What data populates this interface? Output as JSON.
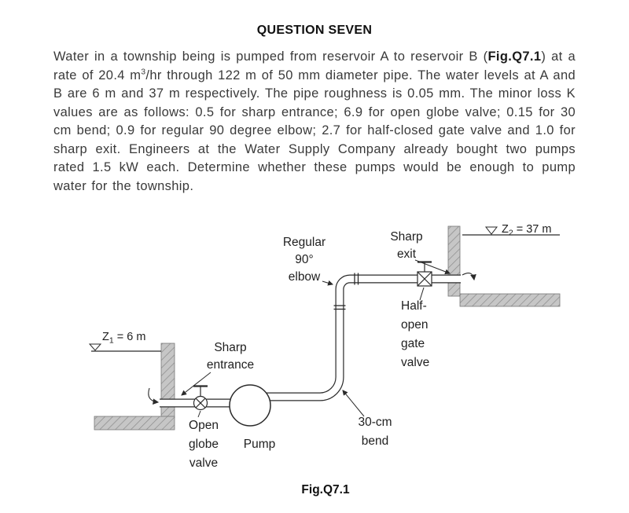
{
  "doc": {
    "title": "QUESTION SEVEN",
    "para": {
      "p1": "Water in a township being is pumped from reservoir A to reservoir B (",
      "fig_bold": "Fig.Q7.1",
      "p2": ") at a rate of 20.4 m",
      "sup": "3",
      "p3": "/hr through 122 m of 50 mm diameter pipe. The water levels at A and B are 6 m and 37 m respectively. The pipe roughness is 0.05 mm. The minor loss K values are as follows: 0.5 for sharp entrance; 6.9 for open globe valve; 0.15 for 30 cm bend; 0.9 for regular 90 degree elbow; 2.7 for half-closed gate valve and 1.0 for sharp exit. Engineers at the Water Supply Company already bought two pumps rated 1.5 kW each. Determine whether these pumps would be enough to pump water for the township."
    },
    "figure_caption": "Fig.Q7.1"
  },
  "diagram": {
    "levels": {
      "z2_sym": "Z",
      "z2_sub": "2",
      "z2_rest": " = 37 m",
      "z1_sym": "Z",
      "z1_sub": "1",
      "z1_rest": " = 6 m"
    },
    "labels": {
      "sharp_exit": [
        "Sharp",
        "exit"
      ],
      "regular_elbow": [
        "Regular",
        "90°",
        "elbow"
      ],
      "gate_valve": [
        "Half-",
        "open",
        "gate",
        "valve"
      ],
      "sharp_entrance": [
        "Sharp",
        "entrance"
      ],
      "globe_valve": [
        "Open",
        "globe",
        "valve"
      ],
      "pump": "Pump",
      "bend": [
        "30-cm",
        "bend"
      ]
    },
    "palette": {
      "ink": "#2a2a2a",
      "wall_fill": "#c6c6c6",
      "hatch_line": "#8a8a8a"
    }
  }
}
